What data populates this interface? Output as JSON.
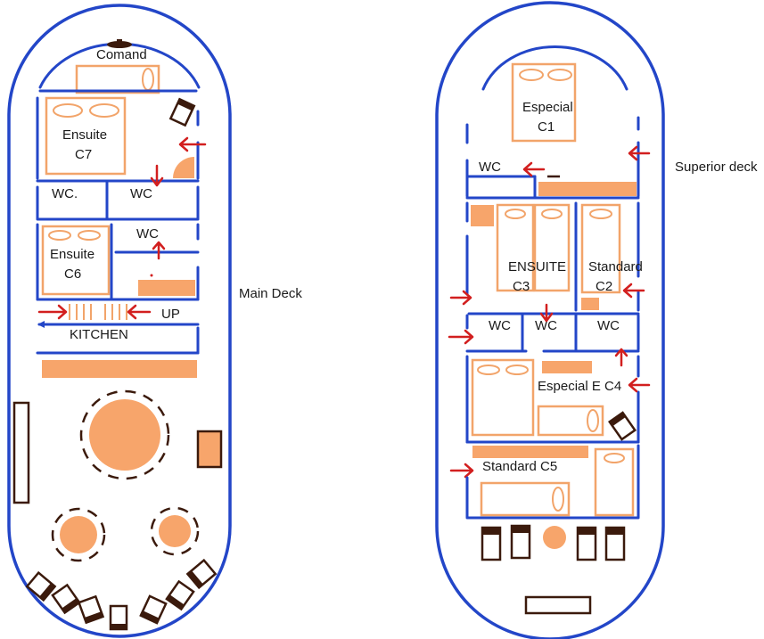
{
  "labels": {
    "comand": "Comand",
    "ensuite_c7": "Ensuite",
    "ensuite_c7_num": "C7",
    "wc_left_a": "WC.",
    "wc_left_b": "WC",
    "wc_left_c": "WC",
    "ensuite_c6": "Ensuite",
    "ensuite_c6_num": "C6",
    "up": "UP",
    "kitchen": "KITCHEN",
    "main_deck": "Main Deck",
    "especial_c1": "Especial",
    "especial_c1_num": "C1",
    "superior_deck": "Superior deck",
    "wc_right_a": "WC",
    "ensuite_c3": "ENSUITE",
    "ensuite_c3_num": "C3",
    "standard_c2": "Standard",
    "standard_c2_num": "C2",
    "wc_right_b": "WC",
    "wc_right_c": "WC",
    "wc_right_d": "WC",
    "especial_e_c4": "Especial E C4",
    "standard_c5": "Standard C5"
  },
  "colors": {
    "wall": "#2346c8",
    "furniture": "#f7a56b",
    "wood": "#3b1a0c",
    "arrow": "#d21f1f"
  }
}
